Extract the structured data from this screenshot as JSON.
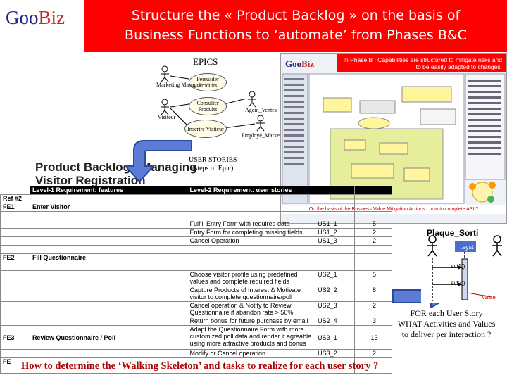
{
  "header": {
    "logo_text": "Goo",
    "logo_text_accent": "Biz",
    "title_line1": "Structure the « Product Backlog » on the basis of",
    "title_line2": "Business Functions to ‘automate’ from Phases B&C"
  },
  "epics": {
    "label": "EPICS",
    "actors": [
      "Marketing Manager",
      "Visiteur",
      "Agent_Ventes",
      "Employé_Marketi"
    ],
    "use_cases": [
      "Persuader Produits",
      "Consulter Produits",
      "Inscrire Visiteur"
    ]
  },
  "screenshot": {
    "logo": "Goo",
    "logo_accent": "Biz",
    "title": "In Phase B : Capabilities are structured to mitigate risks and to be easily adapted to changes.",
    "caption": "On the basis of the Business Value Mitigation Actions , how to complete ASI ?"
  },
  "user_stories_label_line1": "USER STORIES",
  "user_stories_label_line2": "(steps of Epic)",
  "backlog": {
    "title": "Product Backlog - Managing",
    "subtitle": "Visitor Registration",
    "col_headers": [
      "Ref #2",
      "Level-1 Requirement: features",
      "Level-2 Requirement: user stories",
      "",
      ""
    ],
    "rows": [
      {
        "ref": "FE1",
        "feature": "Enter Visitor",
        "story": "",
        "id": "",
        "pts": ""
      },
      {
        "ref": "",
        "feature": "",
        "story": "Fulfill Entry Form with required data",
        "id": "US1_1",
        "pts": "5"
      },
      {
        "ref": "",
        "feature": "",
        "story": "Entry Form for completing missing fields",
        "id": "US1_2",
        "pts": "2"
      },
      {
        "ref": "",
        "feature": "",
        "story": "Cancel Operation",
        "id": "US1_3",
        "pts": "2"
      },
      {
        "ref": "FE2",
        "feature": "Fill Questionnaire",
        "story": "",
        "id": "",
        "pts": ""
      },
      {
        "ref": "",
        "feature": "",
        "story": "Choose visitor profile using predefined values and complete required fields",
        "id": "US2_1",
        "pts": "5"
      },
      {
        "ref": "",
        "feature": "",
        "story": "Capture Products of Interest & Motivate visitor to complete questionnaire/poll",
        "id": "US2_2",
        "pts": "8"
      },
      {
        "ref": "",
        "feature": "",
        "story": "Cancel operation & Notify to Review Questionnaire if abandon rate > 50%",
        "id": "US2_3",
        "pts": "2"
      },
      {
        "ref": "",
        "feature": "",
        "story": "Return bonus for future purchase by email",
        "id": "US2_4",
        "pts": "3"
      },
      {
        "ref": "FE3",
        "feature": "Review Questionnaire / Poll",
        "story": "Adapt the Questionnaire Form with more customized poll data and render it agreable using more attractive products and bonus",
        "id": "US3_1",
        "pts": "13"
      },
      {
        "ref": "",
        "feature": "",
        "story": "Modify or Cancel operation",
        "id": "US3_2",
        "pts": "2"
      },
      {
        "ref": "FE",
        "feature": "",
        "story": "",
        "id": "",
        "pts": ""
      }
    ]
  },
  "sequence": {
    "object_label": ":syst",
    "top_label": "Plaque_Sorti",
    "msg1": "evt1()",
    "msg2": "evt2()",
    "value_label": "Value"
  },
  "note": {
    "line1": "FOR each User Story",
    "line2": "WHAT Activities and Values",
    "line3": "to deliver per interaction ?"
  },
  "question": "How to determine the ‘Walking Skeleton’ and tasks to realize for each user story ?"
}
